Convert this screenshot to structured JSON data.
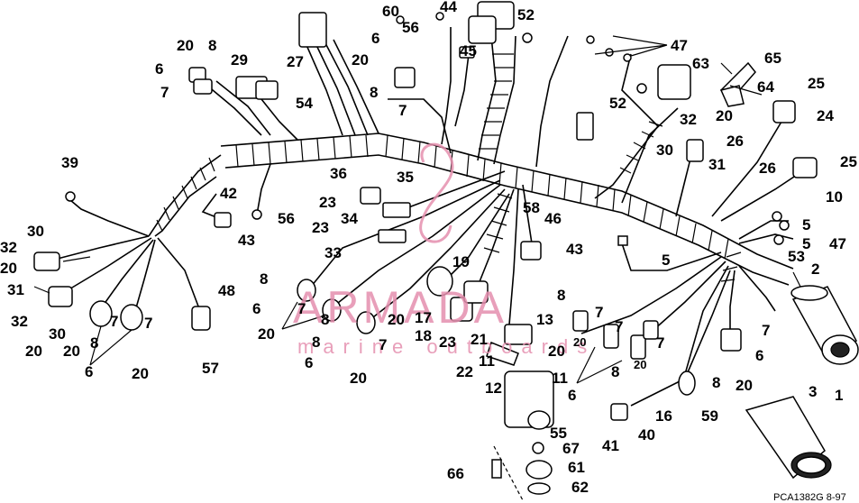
{
  "watermark": {
    "brand": "ARMADA",
    "tagline": "marine outboards",
    "accent_color": "#e58fae"
  },
  "drawing_code": "PCA1382G 8-97",
  "callouts": {
    "c1": "1",
    "c2": "2",
    "c3": "3",
    "c5a": "5",
    "c5b": "5",
    "c5c": "5",
    "c6a": "6",
    "c6b": "6",
    "c6c": "6",
    "c6d": "6",
    "c6e": "6",
    "c6f": "6",
    "c6g": "6",
    "c7a": "7",
    "c7b": "7",
    "c7c": "7",
    "c7d": "7",
    "c7e": "7",
    "c7f": "7",
    "c7g": "7",
    "c7h": "7",
    "c7i": "7",
    "c7j": "7",
    "c8a": "8",
    "c8b": "8",
    "c8c": "8",
    "c8d": "8",
    "c8e": "8",
    "c8f": "8",
    "c8g": "8",
    "c8h": "8",
    "c10": "10",
    "c11a": "11",
    "c11b": "11",
    "c12": "12",
    "c13": "13",
    "c16": "16",
    "c17": "17",
    "c18": "18",
    "c19": "19",
    "c20a": "20",
    "c20b": "20",
    "c20c": "20",
    "c20d": "20",
    "c20e": "20",
    "c20f": "20",
    "c20g": "20",
    "c20h": "20",
    "c20i": "20",
    "c20j": "20",
    "c20k": "20",
    "c20l": "20",
    "c20m": "20",
    "c20n": "20",
    "c20o": "20",
    "c21": "21",
    "c22": "22",
    "c23a": "23",
    "c23b": "23",
    "c23c": "23",
    "c24": "24",
    "c25a": "25",
    "c25b": "25",
    "c26a": "26",
    "c26b": "26",
    "c27": "27",
    "c29": "29",
    "c30a": "30",
    "c30b": "30",
    "c30c": "30",
    "c31a": "31",
    "c31b": "31",
    "c32a": "32",
    "c32b": "32",
    "c32c": "32",
    "c33": "33",
    "c34": "34",
    "c35": "35",
    "c36": "36",
    "c39": "39",
    "c40": "40",
    "c41": "41",
    "c42": "42",
    "c43a": "43",
    "c43b": "43",
    "c44": "44",
    "c45": "45",
    "c46": "46",
    "c47a": "47",
    "c47b": "47",
    "c48": "48",
    "c52a": "52",
    "c52b": "52",
    "c53": "53",
    "c54": "54",
    "c55": "55",
    "c56a": "56",
    "c56b": "56",
    "c57": "57",
    "c58": "58",
    "c59": "59",
    "c60": "60",
    "c61": "61",
    "c62": "62",
    "c63": "63",
    "c64": "64",
    "c65": "65",
    "c66": "66",
    "c67": "67"
  }
}
